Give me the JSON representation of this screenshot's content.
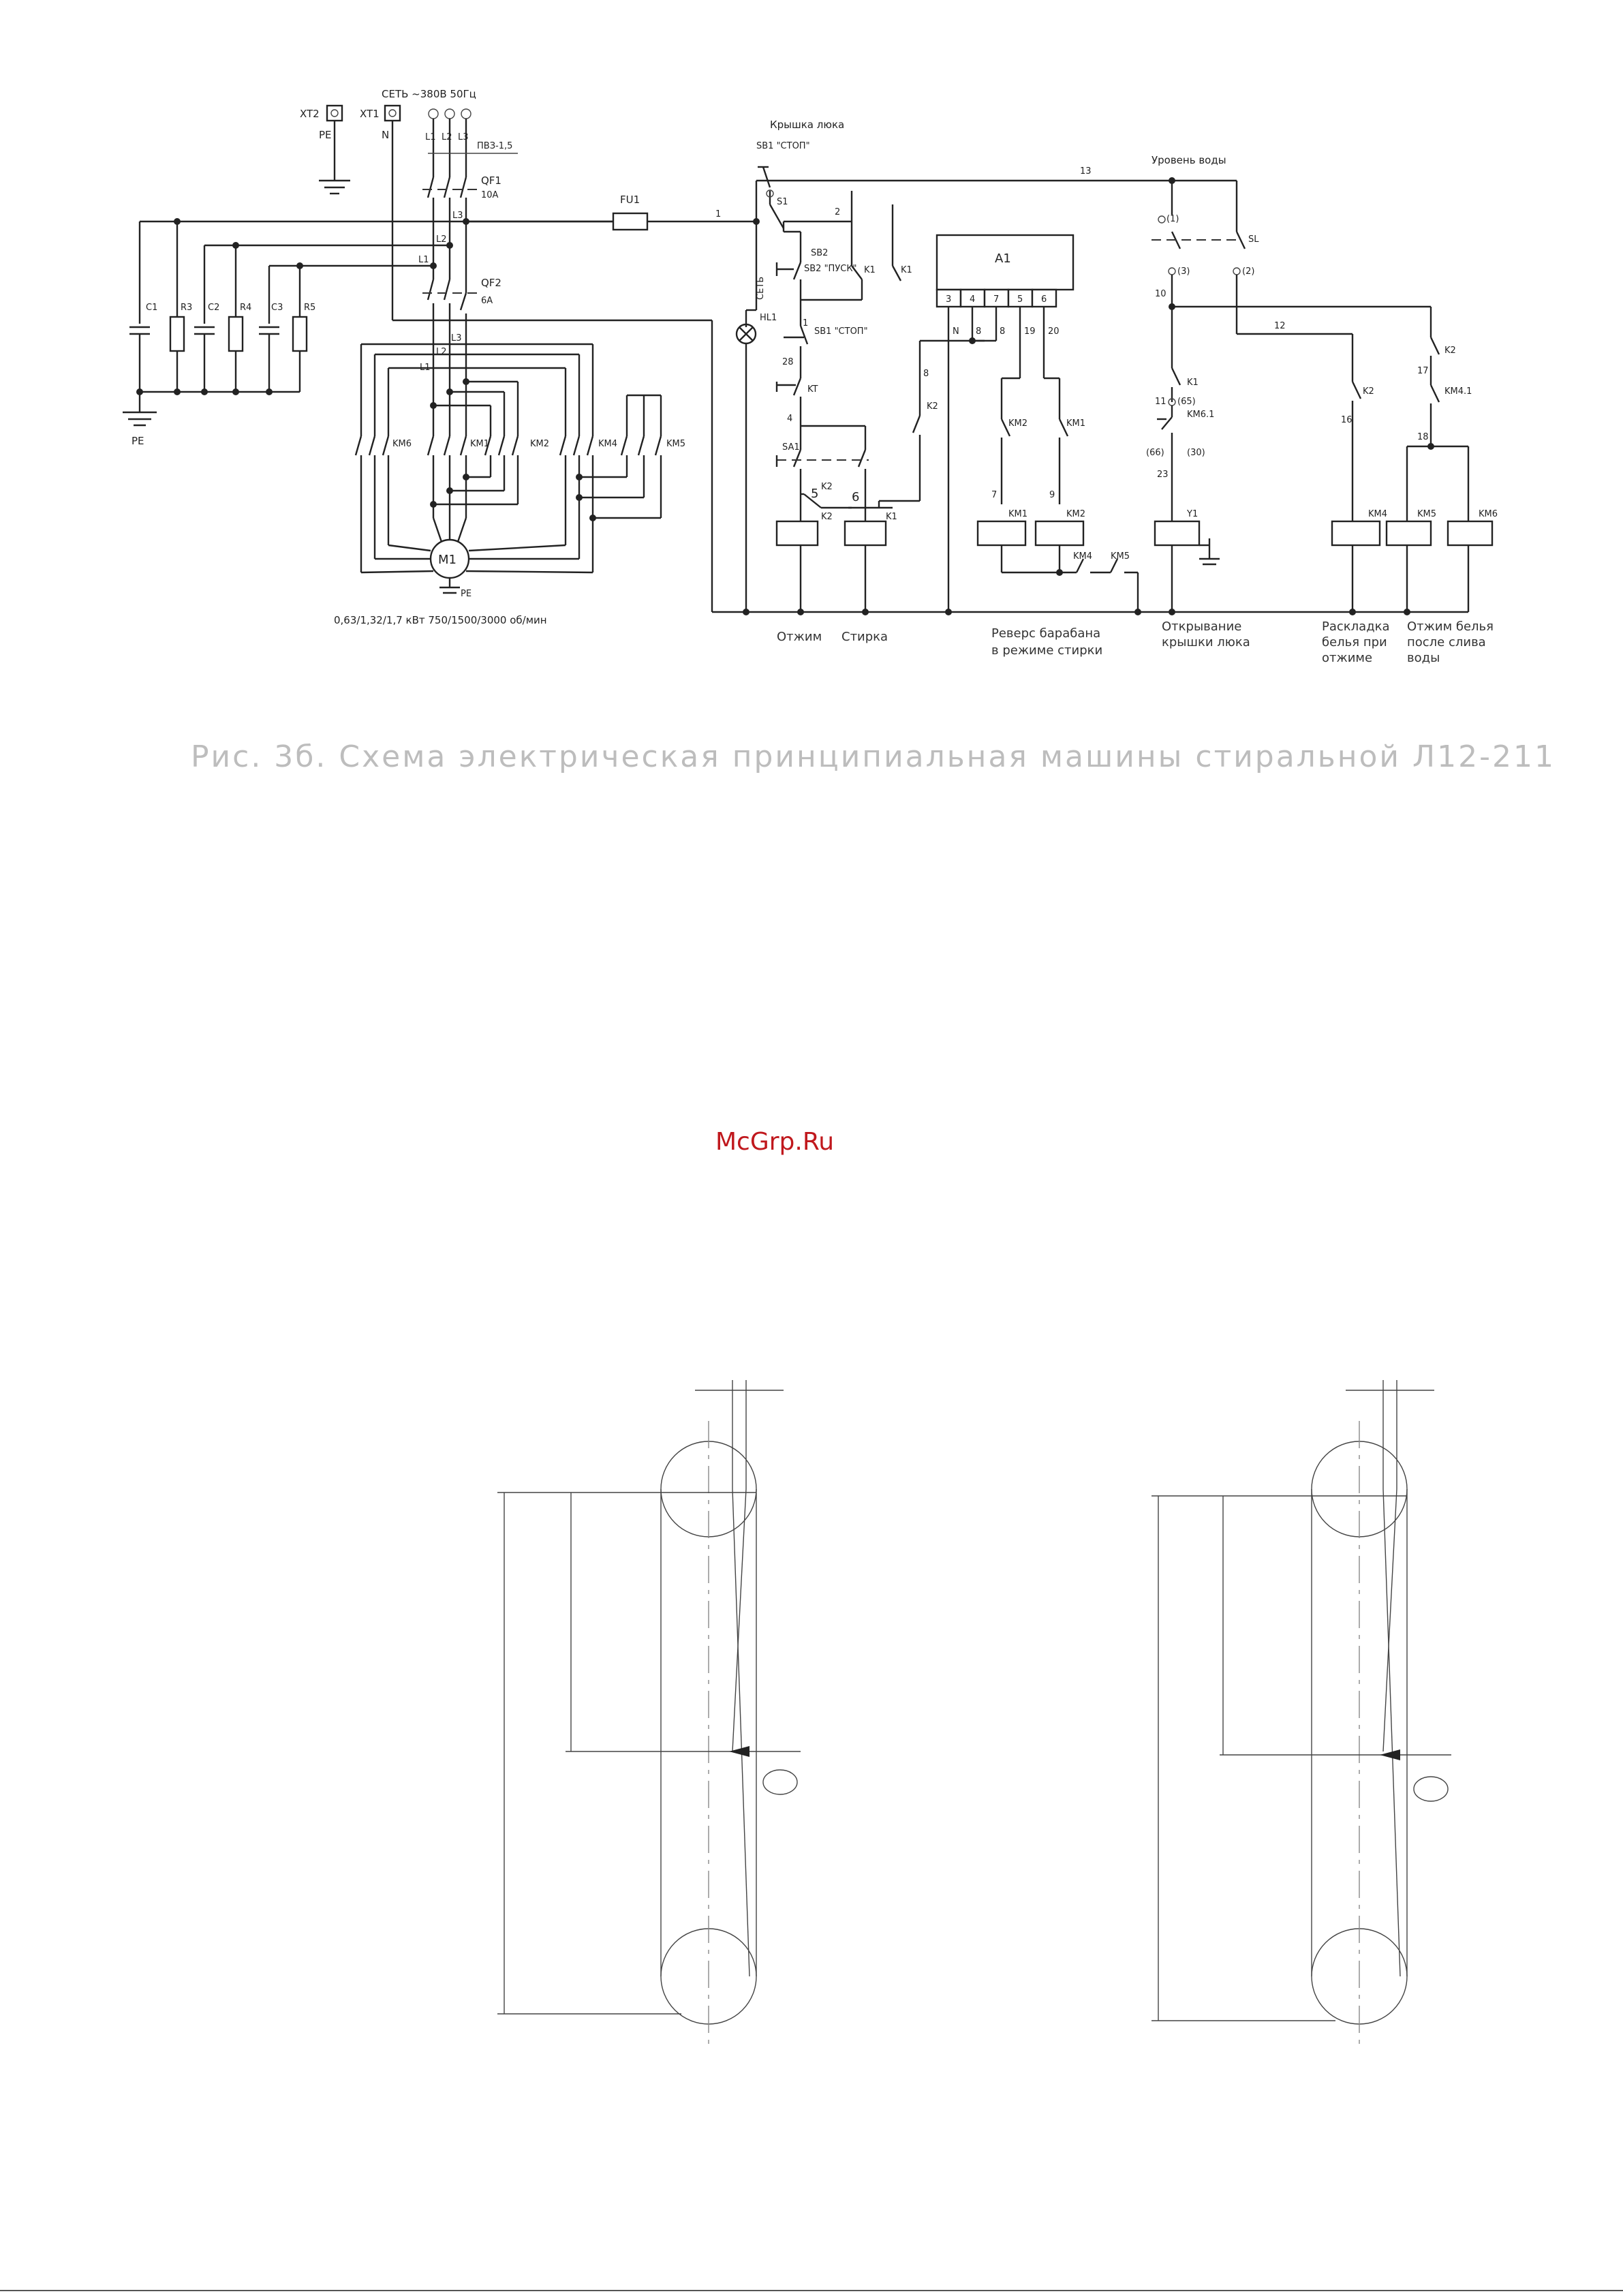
{
  "schematic": {
    "supply": "СЕТЬ ~380В 50Гц",
    "xt2": "XT2",
    "xt1": "XT1",
    "pe": "PE",
    "n": "N",
    "l1": "L1",
    "l2": "L2",
    "l3": "L3",
    "pv": "ПВЗ-1,5",
    "qf1": "QF1",
    "qf1_rating": "10А",
    "qf2": "QF2",
    "qf2_rating": "6А",
    "fu1": "FU1",
    "c1": "C1",
    "r3": "R3",
    "c2": "C2",
    "r4": "R4",
    "c3": "C3",
    "r5": "R5",
    "km6": "KM6",
    "km1": "KM1",
    "km2": "KM2",
    "km4": "KM4",
    "km5": "KM5",
    "motor": "M1",
    "motor_spec": "0,63/1,32/1,7 кВт 750/1500/3000 об/мин",
    "lid": "Крышка люка",
    "sb1_stop": "SB1 \"СТОП\"",
    "s1": "S1",
    "sb2_start": "SB2 \"ПУСК\"",
    "hl1": "HL1",
    "net": "СЕТЬ",
    "sb1_stop2": "SB1 \"СТОП\"",
    "kt": "KT",
    "sa1": "SA1",
    "k1": "K1",
    "k2": "K2",
    "a1": "A1",
    "water_level": "Уровень воды",
    "sl": "SL",
    "km4_1": "KM4.1",
    "km6_1": "KM6.1",
    "y1": "Y1",
    "func_spin": "Отжим",
    "func_wash": "Стирка",
    "func_reverse_1": "Реверс барабана",
    "func_reverse_2": "в режиме стирки",
    "func_lid_1": "Открывание",
    "func_lid_2": "крышки люка",
    "func_layout_1": "Раскладка",
    "func_layout_2": "белья при",
    "func_layout_3": "отжиме",
    "func_drain_1": "Отжим белья",
    "func_drain_2": "после слива",
    "func_drain_3": "воды"
  },
  "caption": "Рис. 3б. Схема электрическая принципиальная машины стиральной Л12-211",
  "watermark": "McGrp.Ru"
}
